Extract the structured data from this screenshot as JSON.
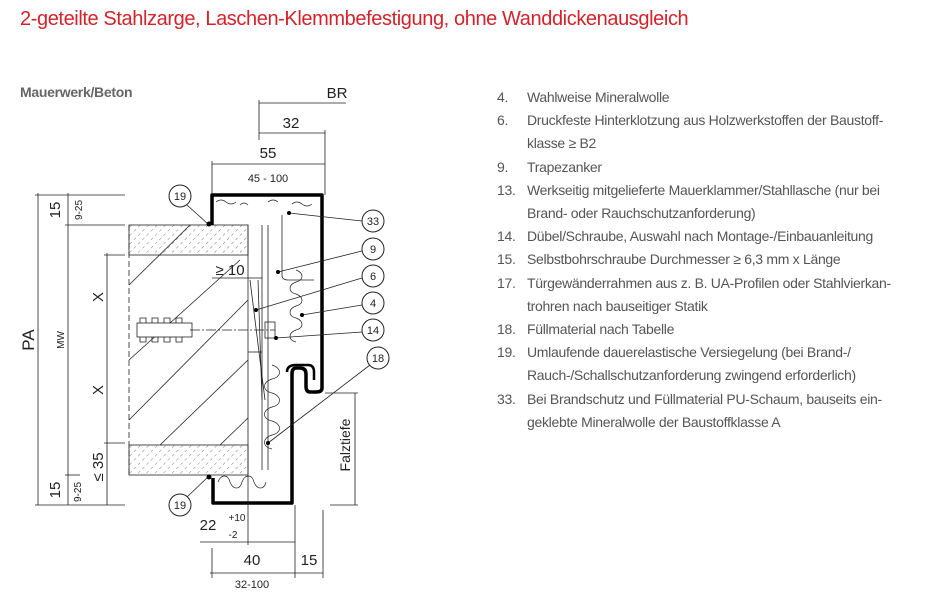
{
  "title": "2-geteilte Stahlzarge, Laschen-Klemmbefestigung, ohne Wanddickenausgleich",
  "subtitle": "Mauerwerk/Beton",
  "colors": {
    "title": "#d2232a",
    "text": "#555555",
    "lines": "#222222"
  },
  "diagram": {
    "dims": {
      "br": "BR",
      "d32": "32",
      "d55": "55",
      "d45_100": "45 - 100",
      "top15": "15",
      "top9_25": "9-25",
      "pa": "PA",
      "mw": "MW",
      "x1": "X",
      "x2": "X",
      "le35": "≤ 35",
      "bot15": "15",
      "bot9_25": "9-25",
      "ge10": "≥ 10",
      "falztiefe": "Falztiefe",
      "d22": "22",
      "plus10": "+10",
      "minus2": "-2",
      "d40": "40",
      "d15": "15",
      "d32_100": "32-100"
    },
    "callouts": [
      "19",
      "33",
      "9",
      "6",
      "4",
      "14",
      "18",
      "19"
    ]
  },
  "legend": [
    {
      "num": "4.",
      "lines": [
        "Wahlweise Mineralwolle"
      ]
    },
    {
      "num": "6.",
      "lines": [
        "Druckfeste Hinterklotzung aus Holzwerkstoffen der Baustoff-",
        "klasse ≥ B2"
      ]
    },
    {
      "num": "9.",
      "lines": [
        "Trapezanker"
      ]
    },
    {
      "num": "13.",
      "lines": [
        "Werkseitig mitgelieferte Mauerklammer/Stahllasche (nur bei",
        "Brand- oder Rauchschutzanforderung)"
      ]
    },
    {
      "num": "14.",
      "lines": [
        "Dübel/Schraube, Auswahl nach Montage-/Einbauanleitung"
      ]
    },
    {
      "num": "15.",
      "lines": [
        "Selbstbohrschraube Durchmesser ≥ 6,3 mm x Länge"
      ]
    },
    {
      "num": "17.",
      "lines": [
        "Türgewänderrahmen aus z. B. UA-Profilen oder Stahlvierkan-",
        "trohren nach bauseitiger Statik"
      ]
    },
    {
      "num": "18.",
      "lines": [
        "Füllmaterial nach Tabelle"
      ]
    },
    {
      "num": "19.",
      "lines": [
        "Umlaufende dauerelastische Versiegelung (bei Brand-/",
        "Rauch-/Schallschutzanforderung zwingend erforderlich)"
      ]
    },
    {
      "num": "33.",
      "lines": [
        "Bei Brandschutz und Füllmaterial PU-Schaum, bauseits ein-",
        "geklebte Mineralwolle der Baustoffklasse A"
      ]
    }
  ]
}
